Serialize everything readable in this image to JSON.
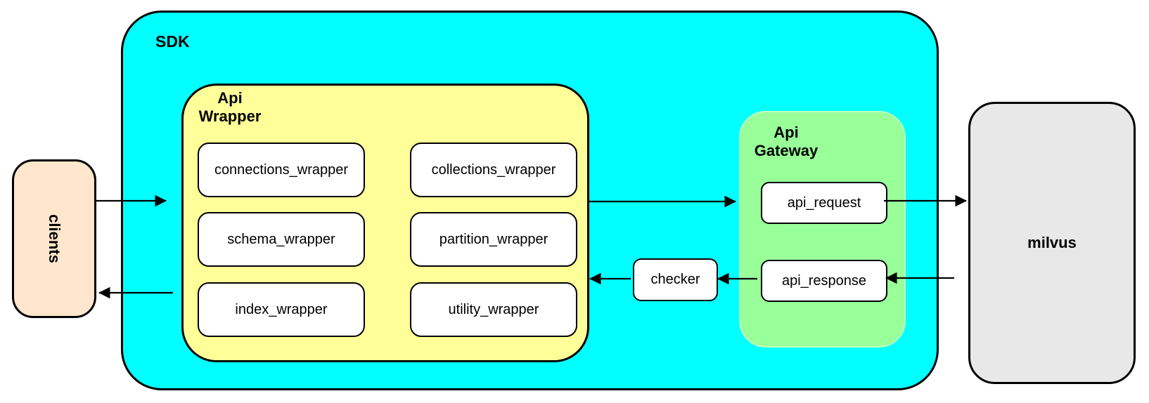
{
  "diagram": {
    "clients": {
      "label": "clients"
    },
    "sdk": {
      "label": "SDK",
      "api_wrapper": {
        "label_lines": [
          "Api",
          "Wrapper"
        ],
        "boxes": [
          {
            "label": "connections_wrapper"
          },
          {
            "label": "collections_wrapper"
          },
          {
            "label": "schema_wrapper"
          },
          {
            "label": "partition_wrapper"
          },
          {
            "label": "index_wrapper"
          },
          {
            "label": "utility_wrapper"
          }
        ]
      },
      "checker": {
        "label": "checker"
      },
      "api_gateway": {
        "label_lines": [
          "Api",
          "Gateway"
        ],
        "request": {
          "label": "api_request"
        },
        "response": {
          "label": "api_response"
        }
      }
    },
    "milvus": {
      "label": "milvus"
    },
    "colors": {
      "sdk_fill": "#00ffff",
      "api_wrapper_fill": "#ffff99",
      "api_gateway_fill": "#99ff99",
      "api_gateway_border": "#bfffbf",
      "clients_fill": "#ffe6cc",
      "milvus_fill": "#e8e8e8",
      "node_fill": "#ffffff",
      "stroke": "#000000"
    }
  }
}
